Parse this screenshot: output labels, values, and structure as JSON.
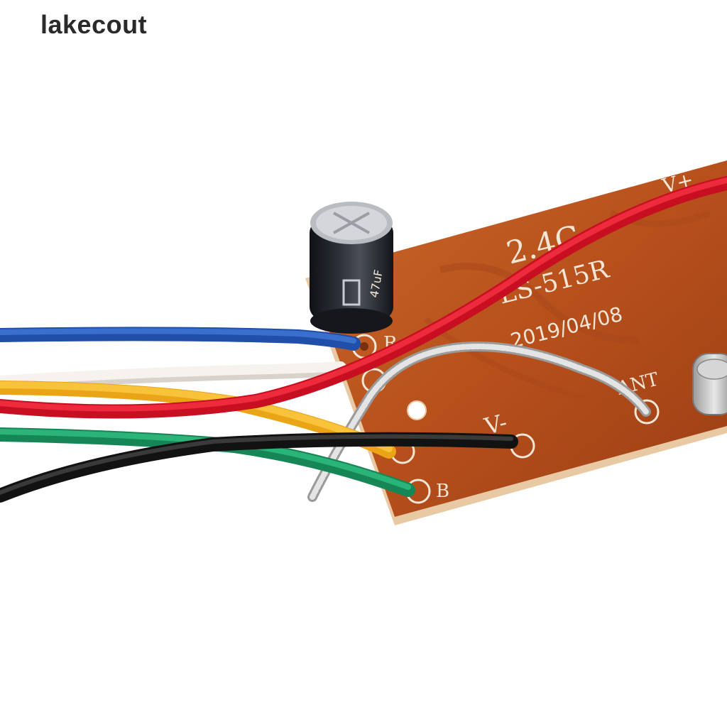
{
  "watermark": {
    "text": "lakecout"
  },
  "pcb": {
    "band": "2.4G",
    "model": "LS-515R",
    "date": "2019/04/08",
    "pad_labels": {
      "right": "R",
      "back": "B",
      "v_minus": "V-",
      "antenna": "ANT",
      "v_plus": "V+"
    },
    "capacitor_marking": "47uF"
  },
  "colors": {
    "board": "#b8501c",
    "wire_blue": "#1f4fa8",
    "wire_white": "#f4efe9",
    "wire_yellow": "#f5b820",
    "wire_red": "#e0162b",
    "wire_green": "#1e9a62",
    "wire_black": "#1a1a1a",
    "antenna_wire": "#c9c9c9",
    "capacitor": "#1c1f24"
  }
}
